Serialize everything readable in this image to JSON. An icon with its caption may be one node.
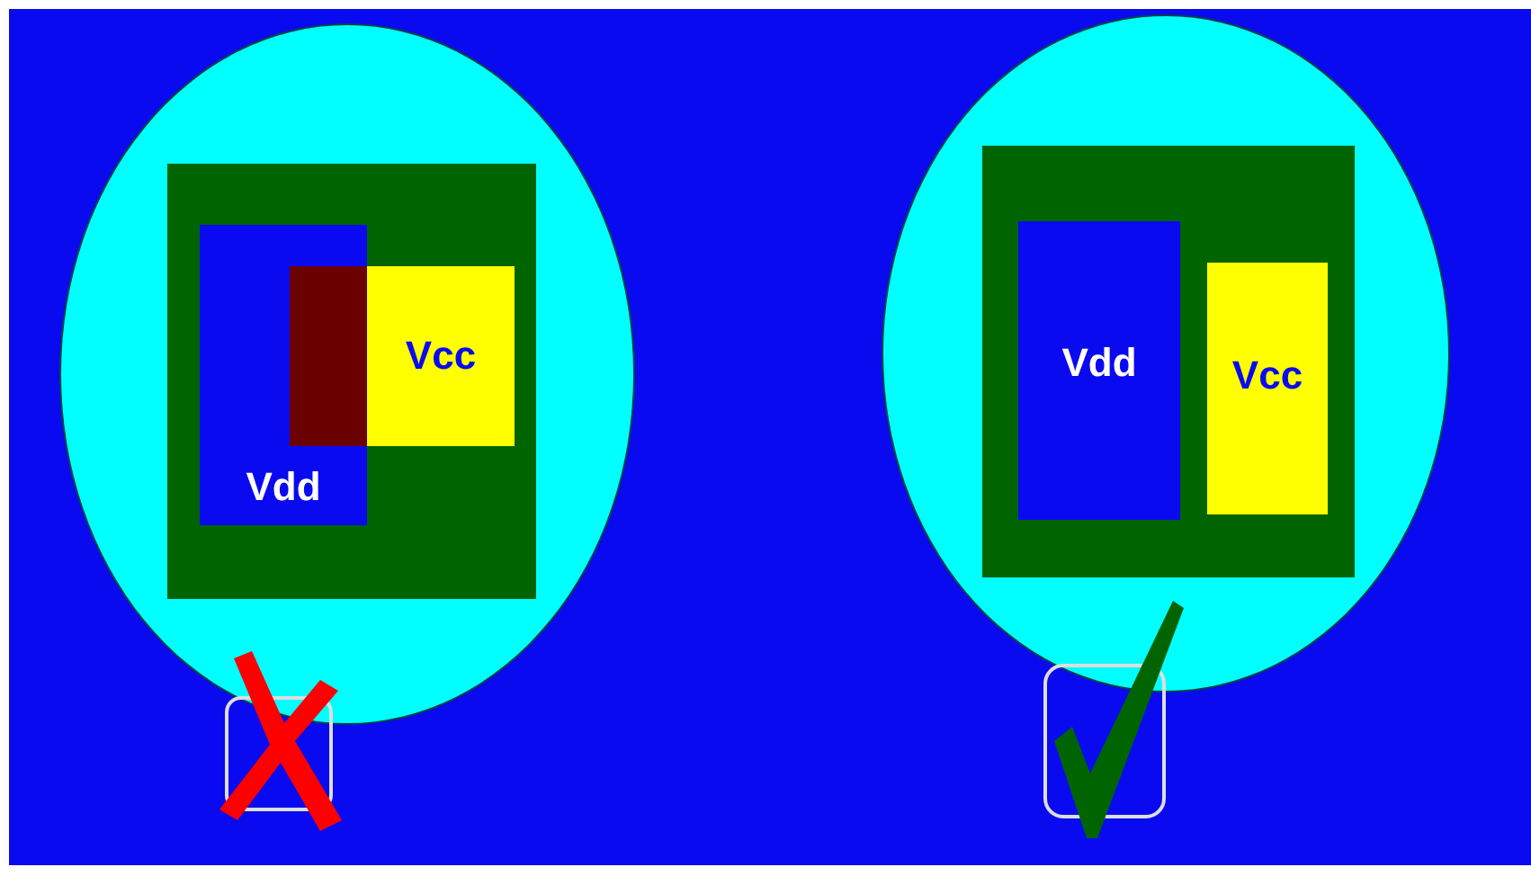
{
  "diagram": {
    "nodes": [
      {
        "text": [],
        "shape": "circle"
      },
      {
        "text": [],
        "shape": "box",
        "in": 0
      },
      {
        "text": [
          "Vdd"
        ],
        "in": 1
      },
      {
        "text": [
          "Vcc"
        ],
        "in": 1
      },
      {
        "text": [],
        "shape": "box",
        "in": 2
      },
      {
        "text": [],
        "shape": "circle"
      },
      {
        "text": [],
        "shape": "box",
        "in": 5
      },
      {
        "text": [
          "Vdd"
        ],
        "in": 6
      },
      {
        "text": [
          "Vcc"
        ],
        "in": 6
      }
    ],
    "edges": []
  }
}
